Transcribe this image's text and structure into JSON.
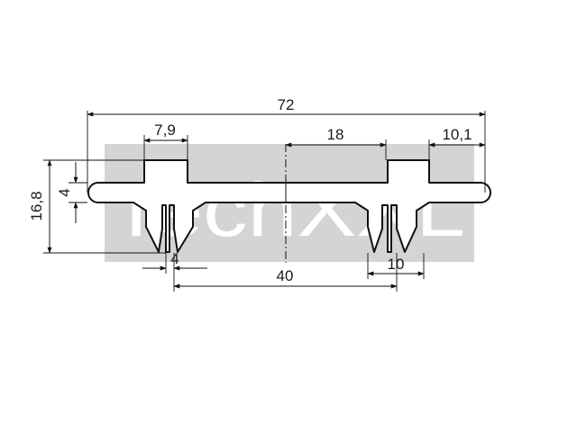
{
  "watermark": {
    "text": "TechXXL",
    "box_color": "#d4d4d4",
    "text_color": "#ffffff"
  },
  "dimensions": {
    "overall_width": "72",
    "left_top_width": "7,9",
    "right_top_width": "18",
    "right_edge_width": "10,1",
    "overall_height": "16,8",
    "flange_thickness": "4",
    "left_foot_width": "4",
    "foot_spacing": "40",
    "right_foot_width": "10"
  },
  "colors": {
    "line": "#111111",
    "background": "#ffffff"
  }
}
